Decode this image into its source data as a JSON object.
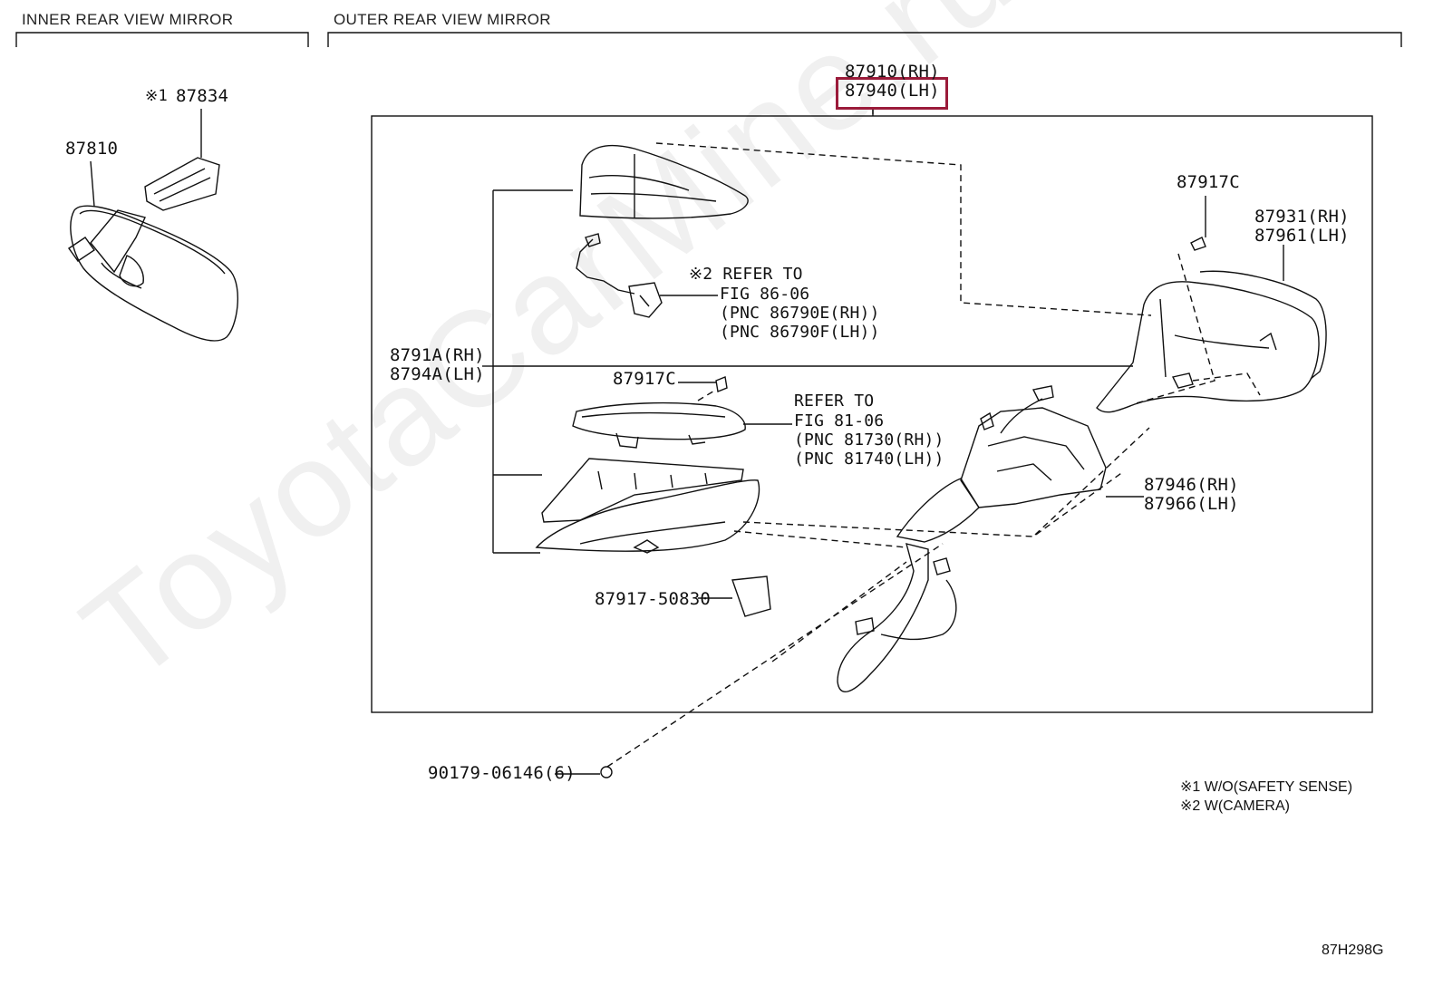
{
  "sections": {
    "inner": "INNER REAR VIEW MIRROR",
    "outer": "OUTER REAR VIEW MIRROR"
  },
  "parts": {
    "p87834_mark": "※1",
    "p87834": "87834",
    "p87810": "87810",
    "p87910": "87910(RH)",
    "p87940": "87940(LH)",
    "p87917c_top": "87917C",
    "p87931": "87931(RH)",
    "p87961": "87961(LH)",
    "p8791a": "8791A(RH)",
    "p8794a": "8794A(LH)",
    "p87917c_mid": "87917C",
    "p87946": "87946(RH)",
    "p87966": "87966(LH)",
    "p87917_50830": "87917-50830",
    "p90179": "90179-06146(6)"
  },
  "refs": {
    "camera_line1": "※2 REFER TO",
    "camera_line2": "FIG 86-06",
    "camera_line3": "(PNC 86790E(RH))",
    "camera_line4": "(PNC 86790F(LH))",
    "turn_line1": "REFER TO",
    "turn_line2": "FIG 81-06",
    "turn_line3": "(PNC 81730(RH))",
    "turn_line4": "(PNC 81740(LH))"
  },
  "notes": {
    "n1": "※1 W/O(SAFETY SENSE)",
    "n2": "※2 W(CAMERA)"
  },
  "figure_code": "87H298G",
  "watermark": "ToyotaCarMine.ru",
  "colors": {
    "highlight": "#9b1b3a",
    "line": "#111111"
  }
}
